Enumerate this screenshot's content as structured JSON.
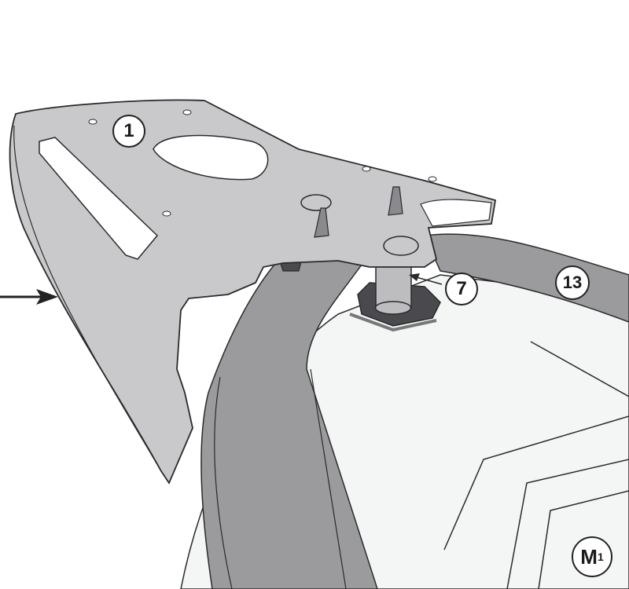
{
  "diagram": {
    "type": "exploded assembly illustration",
    "subject": "rear luggage rack plate mounted on motorcycle tail",
    "colors": {
      "background": "#ffffff",
      "plate": "#c9c9cb",
      "rails": "#9b9b9e",
      "tail_body": "#f4f5f5",
      "outline": "#2a2a2a",
      "dark_parts": "#4a4a4e"
    },
    "callouts": [
      {
        "id": "callout-1",
        "label": "1",
        "part": "rack plate"
      },
      {
        "id": "callout-7",
        "label": "7",
        "part": "spacer / bushing"
      },
      {
        "id": "callout-13",
        "label": "13",
        "part": "side rail"
      },
      {
        "id": "callout-m1",
        "label": "M",
        "sub": "1",
        "part": "mounting kit reference"
      }
    ],
    "arrow": {
      "direction": "right",
      "meaning": "direction of travel / view"
    }
  }
}
